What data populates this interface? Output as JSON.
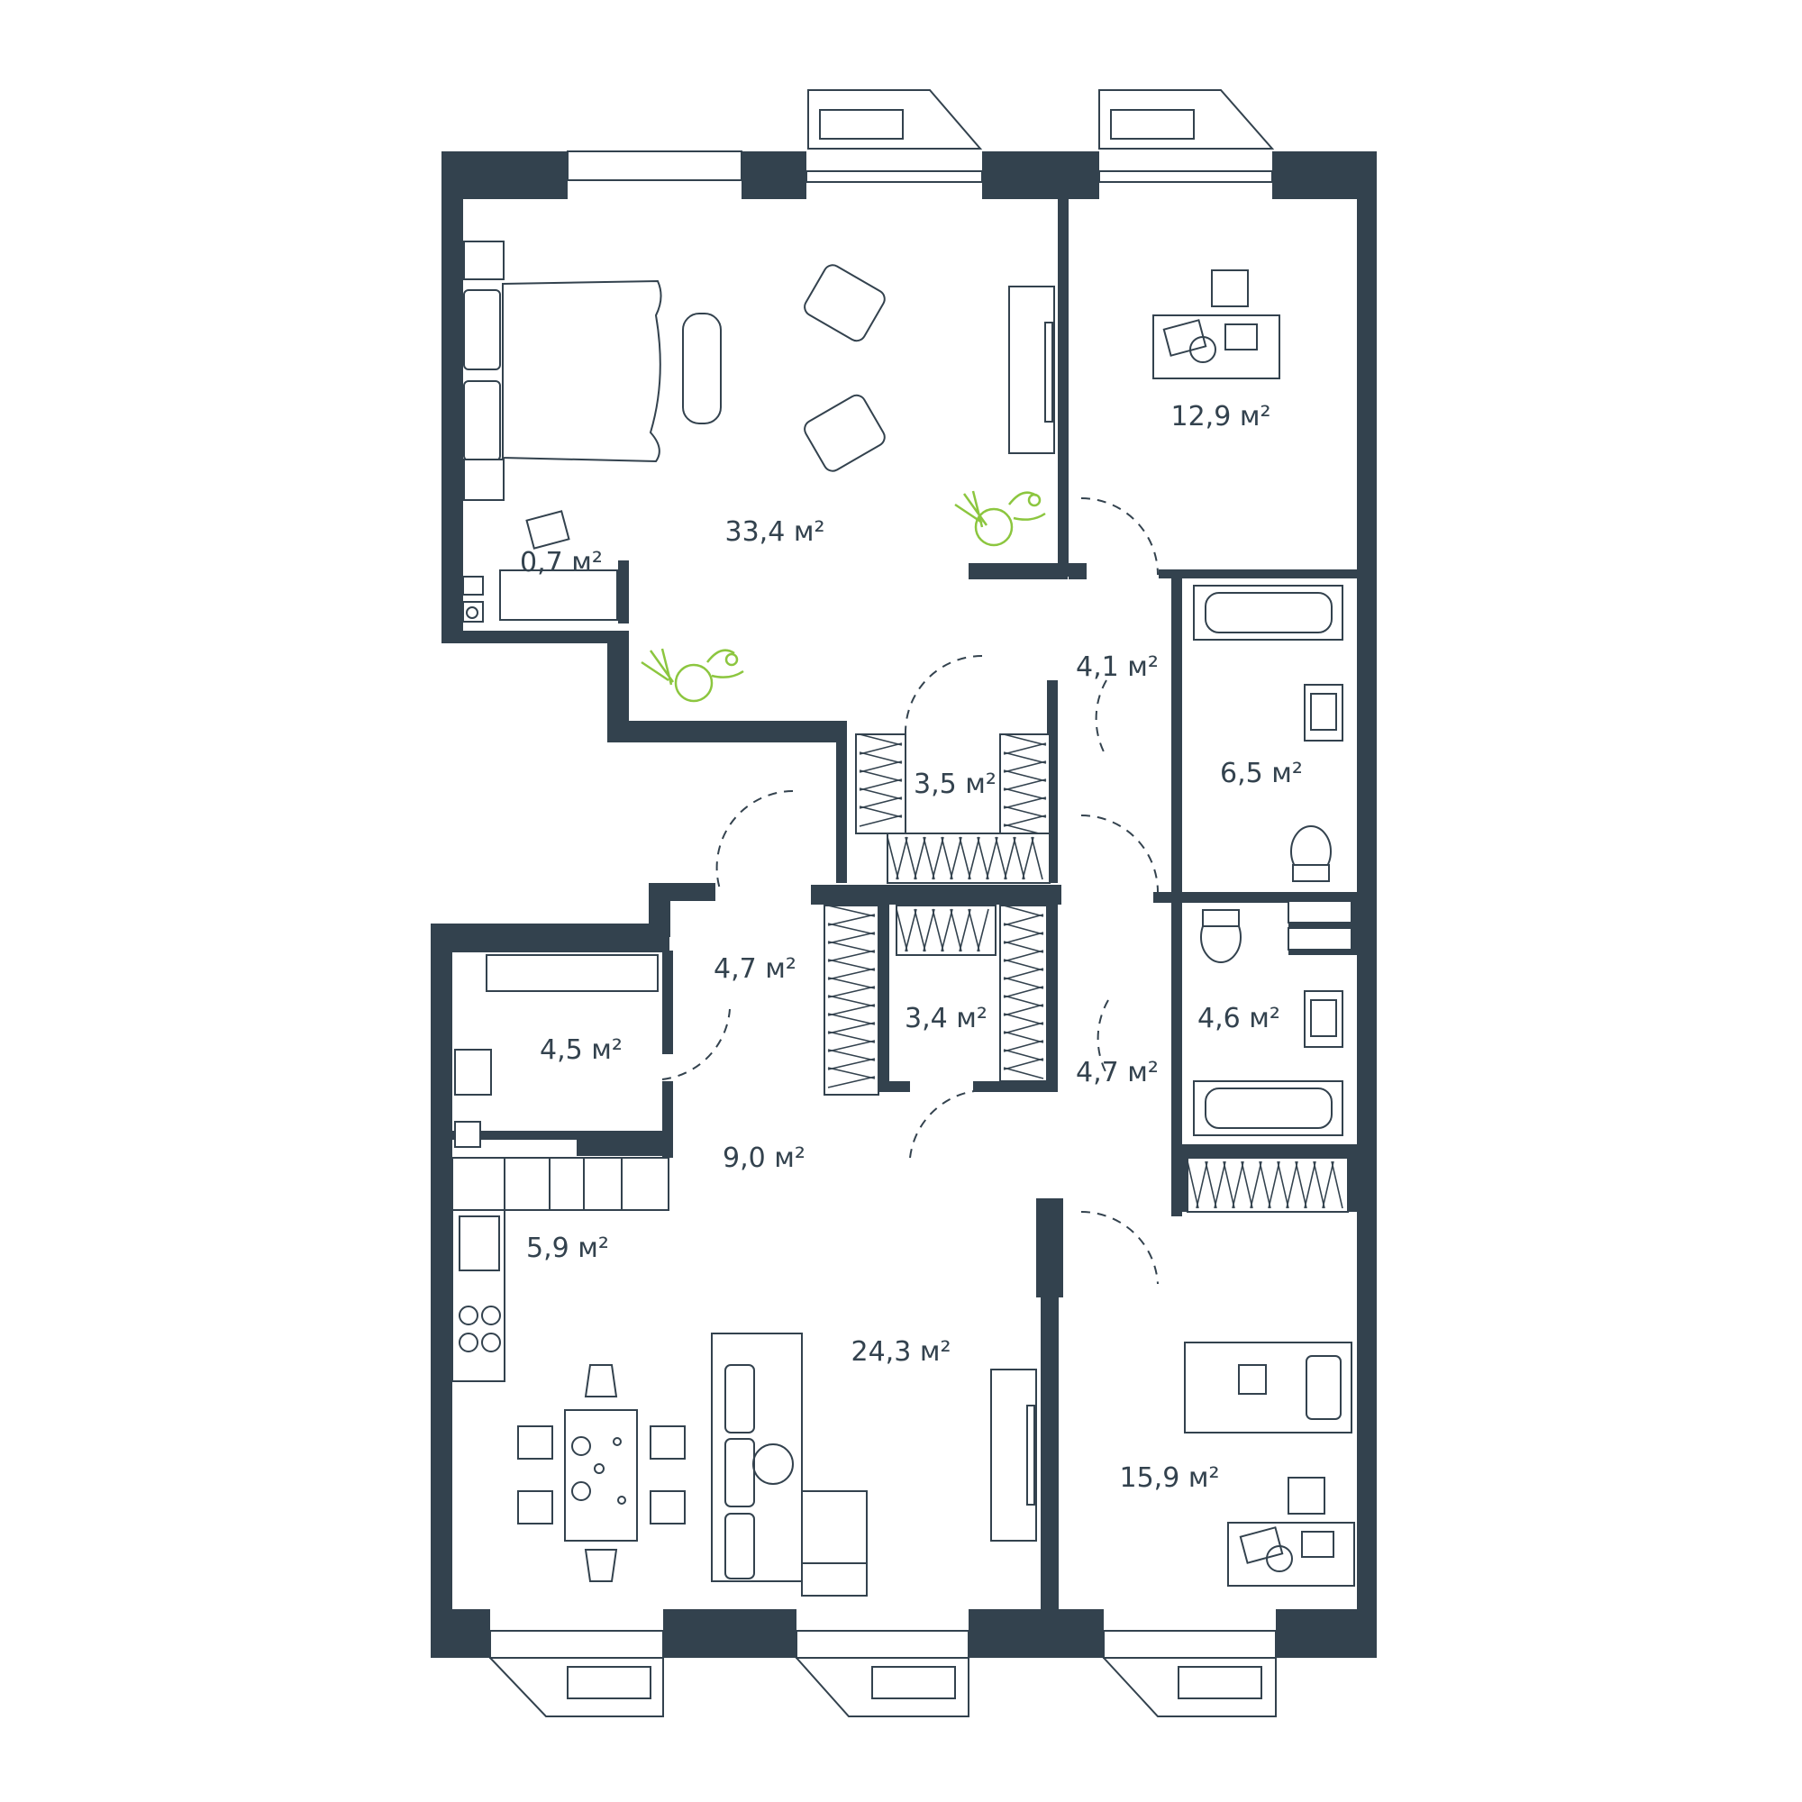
{
  "plan": {
    "colors": {
      "wall": "#33424e",
      "plant": "#8cc63f",
      "background": "#ffffff"
    },
    "rooms": [
      {
        "id": "master-bedroom",
        "area": "33,4 м²"
      },
      {
        "id": "niche",
        "area": "0,7 м²"
      },
      {
        "id": "bedroom-north-east",
        "area": "12,9 м²"
      },
      {
        "id": "hall-north",
        "area": "4,1 м²"
      },
      {
        "id": "bathroom-north",
        "area": "6,5 м²"
      },
      {
        "id": "wardrobe-north",
        "area": "3,5 м²"
      },
      {
        "id": "corridor-west",
        "area": "4,7 м²"
      },
      {
        "id": "wardrobe-south",
        "area": "3,4 м²"
      },
      {
        "id": "bathroom-west",
        "area": "4,5 м²"
      },
      {
        "id": "bathroom-south",
        "area": "4,6 м²"
      },
      {
        "id": "corridor-east",
        "area": "4,7 м²"
      },
      {
        "id": "hall-central",
        "area": "9,0 м²"
      },
      {
        "id": "kitchen",
        "area": "5,9 м²"
      },
      {
        "id": "living-room",
        "area": "24,3 м²"
      },
      {
        "id": "bedroom-south-east",
        "area": "15,9 м²"
      }
    ]
  }
}
